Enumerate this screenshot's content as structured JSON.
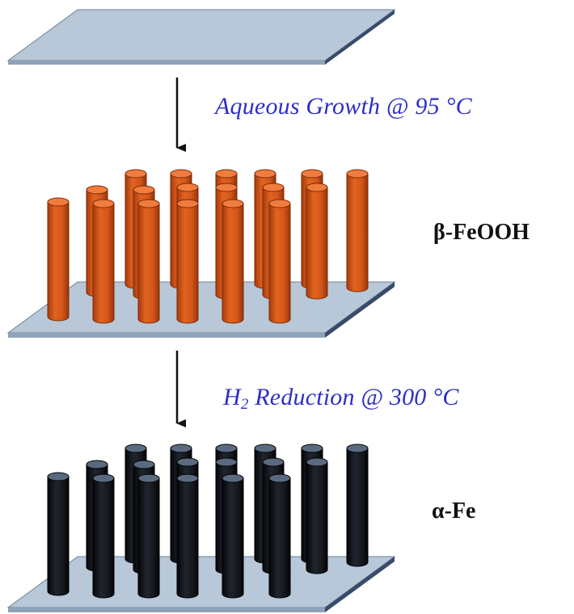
{
  "steps": {
    "growth": {
      "text": "Aqueous Growth @ 95 °C"
    },
    "reduction": {
      "prefix": "H",
      "subscript": "2",
      "text": " Reduction @ 300 °C"
    }
  },
  "materials": {
    "feooh": "β-FeOOH",
    "fe": "α-Fe"
  },
  "colors": {
    "substrate_top": "#B8C8D8",
    "substrate_front": "#8FA3B8",
    "substrate_side": "#3A4A6A",
    "rod_feooh_base": "#D4561A",
    "rod_feooh_top": "#F07C3E",
    "rod_fe_base": "#151820",
    "rod_fe_top": "#5A6A80",
    "label_blue": "#2E2EC8",
    "label_black": "#111111",
    "arrow": "#111111"
  }
}
